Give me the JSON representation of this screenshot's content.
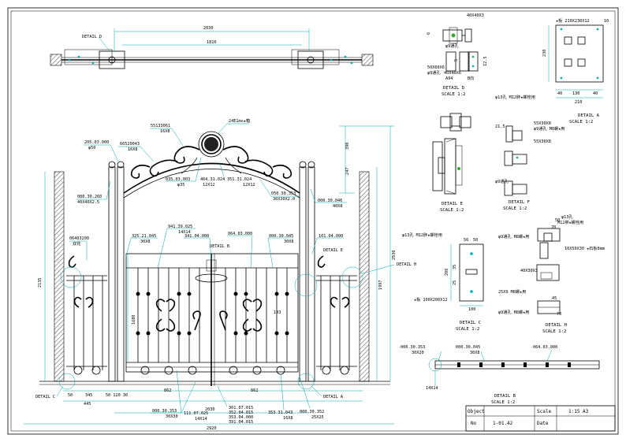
{
  "overall": {
    "width_total": "2920",
    "width_mid": "2030",
    "height_left": "2135",
    "height_right": "2530",
    "height_right2": "1997",
    "top_span": "2030",
    "inner_span": "1810",
    "arch_h1": "390",
    "arch_h2": "247",
    "post_h": "1680",
    "leaf_w": "862",
    "leaf_w2": "862",
    "side_w": "445",
    "side_w2": "345",
    "side_w3": "50",
    "side_w4": "50 120 30",
    "mid_span": "2030",
    "h_103": "103"
  },
  "callouts": {
    "c_205": [
      "205.03.000",
      "φ50"
    ],
    "c_6652": [
      "66520043",
      "16X8"
    ],
    "c_5513": [
      "55133061",
      "16X8"
    ],
    "c_lamp": [
      "24E1ms★箱"
    ],
    "c_035": [
      "035.03.003",
      "φ35"
    ],
    "c_404": [
      "404.31.024",
      "12X12"
    ],
    "c_351": [
      "351.31.024",
      "12X12"
    ],
    "c_000_260": [
      "000.30.260",
      "40X40X2.5"
    ],
    "c_050": [
      "050.30.353",
      "30X30X2.0"
    ],
    "c_000_046": [
      "000.30.046",
      "40X8"
    ],
    "c_0640": [
      "06403200",
      "双花"
    ],
    "c_941": [
      "941.39.025",
      "14X14"
    ],
    "c_325": [
      "325.21.045",
      "30X8"
    ],
    "c_341": [
      "341.04.000"
    ],
    "c_064": [
      "064.03.000"
    ],
    "c_000_045": [
      "000.30.045",
      "30X8"
    ],
    "c_101": [
      "101.04.000"
    ],
    "c_000_353b": [
      "000.30.353",
      "30X30"
    ],
    "c_111": [
      "111.07.025",
      "14X14"
    ],
    "c_301": [
      "301.07.015",
      "352.04.015",
      "353.04.000",
      "391.04.015"
    ],
    "c_353": [
      "353.31.043",
      "16X8"
    ],
    "c_000_352": [
      "000.30.352",
      "25X25"
    ]
  },
  "detail_labels": {
    "detail_d": "DETAIL D",
    "detail_e_tag": "DETAIL E",
    "detail_h_tag": "DETAIL H",
    "detail_c_tag": "DETAIL C",
    "detail_a_tag": "DETAIL A",
    "detail_b_tag": "DETAIL B"
  },
  "detail_d": {
    "title": "DETAIL D",
    "scale": "SCALE 1:2",
    "d1": "40X40X3",
    "d2": "5",
    "d3": "50X60X6",
    "d4": "6",
    "d5": "40X40X6",
    "d6": "12.5",
    "d7": "A94",
    "d8": "B向",
    "d9": "φ9通孔"
  },
  "detail_a": {
    "title": "DETAIL A",
    "scale": "SCALE 1:2",
    "plate": "★板 210X230X12",
    "w1": "40",
    "w2": "130",
    "w3": "40",
    "w_total": "210",
    "h": "230",
    "h2": "10",
    "hole": "φ13孔 M12肨★螺栓用"
  },
  "detail_e": {
    "title": "DETAIL E",
    "scale": "SCALE 1:2"
  },
  "detail_f": {
    "title": "DETAIL F",
    "scale": "SCALE 1:2",
    "f1": "55X30X8",
    "f2": "φ9通孔 M8螺★用",
    "f3": "55X30X8",
    "f4": "21.5",
    "f5": "φ9通孔"
  },
  "detail_c": {
    "title": "DETAIL C",
    "scale": "SCALE 1:2",
    "hole": "φ13孔 M12肨★螺栓用",
    "c1": "50",
    "c2": "50",
    "c3": "200",
    "c4": "100",
    "c5": "35",
    "c6": "25",
    "plate": "★板 100X200X12"
  },
  "detail_h": {
    "title": "DETAIL H",
    "scale": "SCALE 1:2",
    "h1": "φ13孔",
    "h2": "M12肨★螺栓用",
    "h3": "50",
    "h4": "70",
    "h5": "φ9通孔 M8螺★用",
    "h6": "10X50X30 ★石板8mm",
    "h7": "40X30X3",
    "h8": "25X9 M8螺★用",
    "h9": "φ9通孔 M8螺★用",
    "h10": "45",
    "h11": "70"
  },
  "detail_b": {
    "title": "DETAIL B",
    "scale": "SCALE 1:2",
    "b1": "000.30.353",
    "b2": "30X20",
    "b3": "000.30.045",
    "b4": "30X8",
    "b5": "064.03.000",
    "b6": "14X14"
  },
  "title_block": {
    "object_label": "Object",
    "object_value": "",
    "scale_label": "Scale",
    "scale_value": "1:15 A3",
    "no_label": "No",
    "no_value": "1-01.42",
    "date_label": "Date",
    "date_value": ""
  }
}
